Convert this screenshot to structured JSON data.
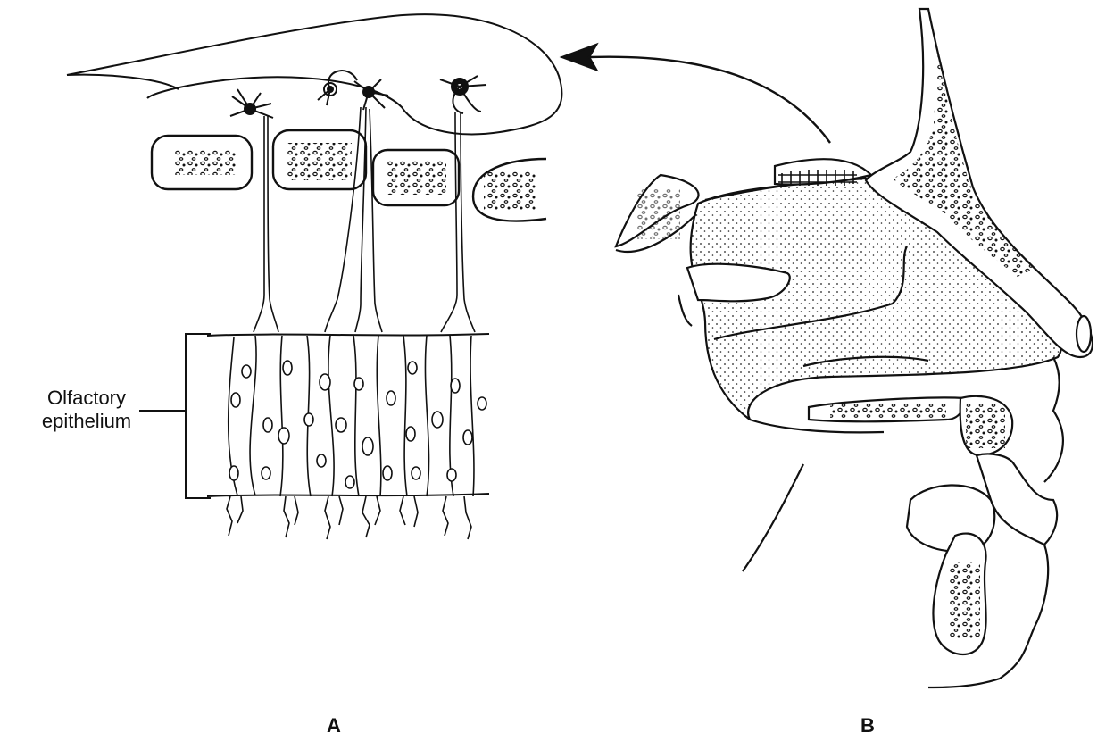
{
  "figure": {
    "label_epithelium_line1": "Olfactory",
    "label_epithelium_line2": "epithelium",
    "panel_a": "A",
    "panel_b": "B"
  },
  "colors": {
    "ink": "#111111",
    "background": "#ffffff"
  }
}
